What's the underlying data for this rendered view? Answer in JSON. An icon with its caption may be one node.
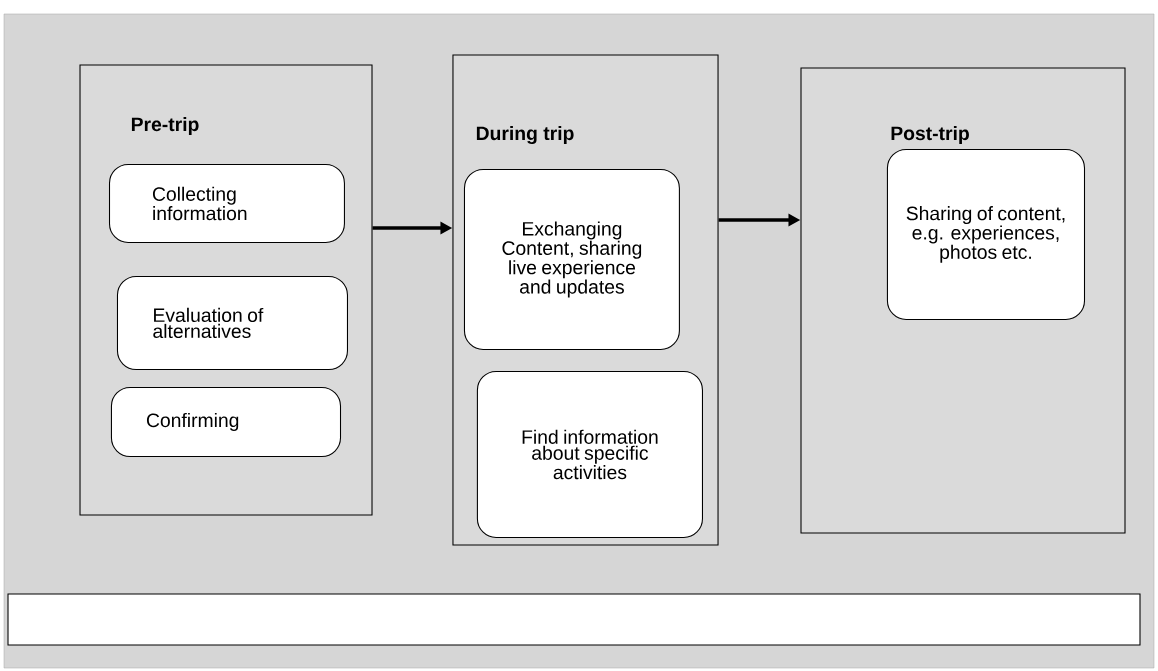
{
  "diagram": {
    "nodes": [
      {
        "text": [
          "Pre-trip"
        ]
      },
      {
        "text": [
          "Collecting information"
        ],
        "in": 0
      },
      {
        "text": [
          "Evaluation of alternatives"
        ],
        "in": 0
      },
      {
        "text": [
          "Confirming"
        ],
        "in": 0
      },
      {
        "text": [
          "During trip"
        ]
      },
      {
        "text": [
          "Exchanging Content, sharing live experience and updates"
        ],
        "in": 4
      },
      {
        "text": [
          "Find information about specific activities"
        ],
        "in": 4
      },
      {
        "text": [
          "Post-trip"
        ]
      },
      {
        "text": [
          "Sharing of content, e.g. experiences, photos etc."
        ],
        "in": 7
      },
      {
        "text": [],
        "shape": "box"
      }
    ],
    "edges": [
      {
        "from": 0,
        "to": 4,
        "arrow": "to"
      },
      {
        "from": 4,
        "to": 7,
        "arrow": "to"
      }
    ]
  }
}
